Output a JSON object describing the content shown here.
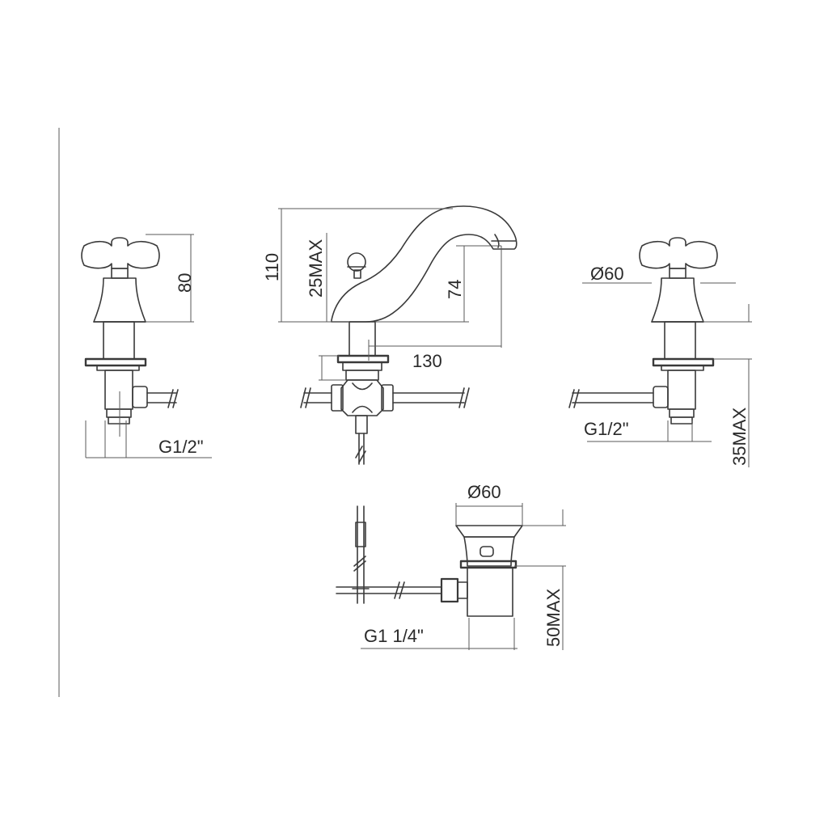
{
  "dimensions": {
    "left_tap_height": "80",
    "left_tap_thread": "G1/2\"",
    "spout_height": "110",
    "deck_thickness": "25MAX",
    "spout_outlet_height": "74",
    "spout_reach": "130",
    "right_tap_diameter": "Ø60",
    "right_tap_thread": "G1/2\"",
    "right_deck_thickness": "35MAX",
    "waste_diameter": "Ø60",
    "waste_thread": "G1 1/4\"",
    "waste_height": "50MAX"
  }
}
